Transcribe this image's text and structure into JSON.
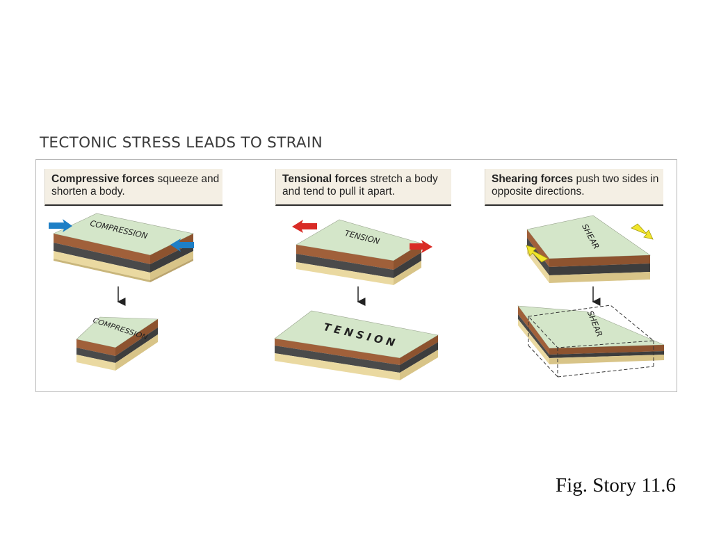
{
  "heading": "TECTONIC STRESS LEADS TO STRAIN",
  "panels": [
    {
      "bold": "Compressive forces",
      "rest": " squeeze and shorten a body.",
      "label_before": "COMPRESSION",
      "label_after": "COMPRESSION"
    },
    {
      "bold": "Tensional forces",
      "rest": " stretch a body and tend to pull it apart.",
      "label_before": "TENSION",
      "label_after": "TENSION"
    },
    {
      "bold": "Shearing forces",
      "rest": " push two sides in opposite directions.",
      "label_before": "SHEAR",
      "label_after": "SHEAR"
    }
  ],
  "figure_caption": "Fig. Story 11.6",
  "colors": {
    "top_face": "#d4e6c9",
    "brown_layer": "#a0603a",
    "dark_layer": "#4a4a4a",
    "sand_layer": "#ead9a1",
    "compression_arrow": "#1e7fc6",
    "tension_arrow": "#d92b26",
    "shear_arrow": "#f1e52b"
  }
}
